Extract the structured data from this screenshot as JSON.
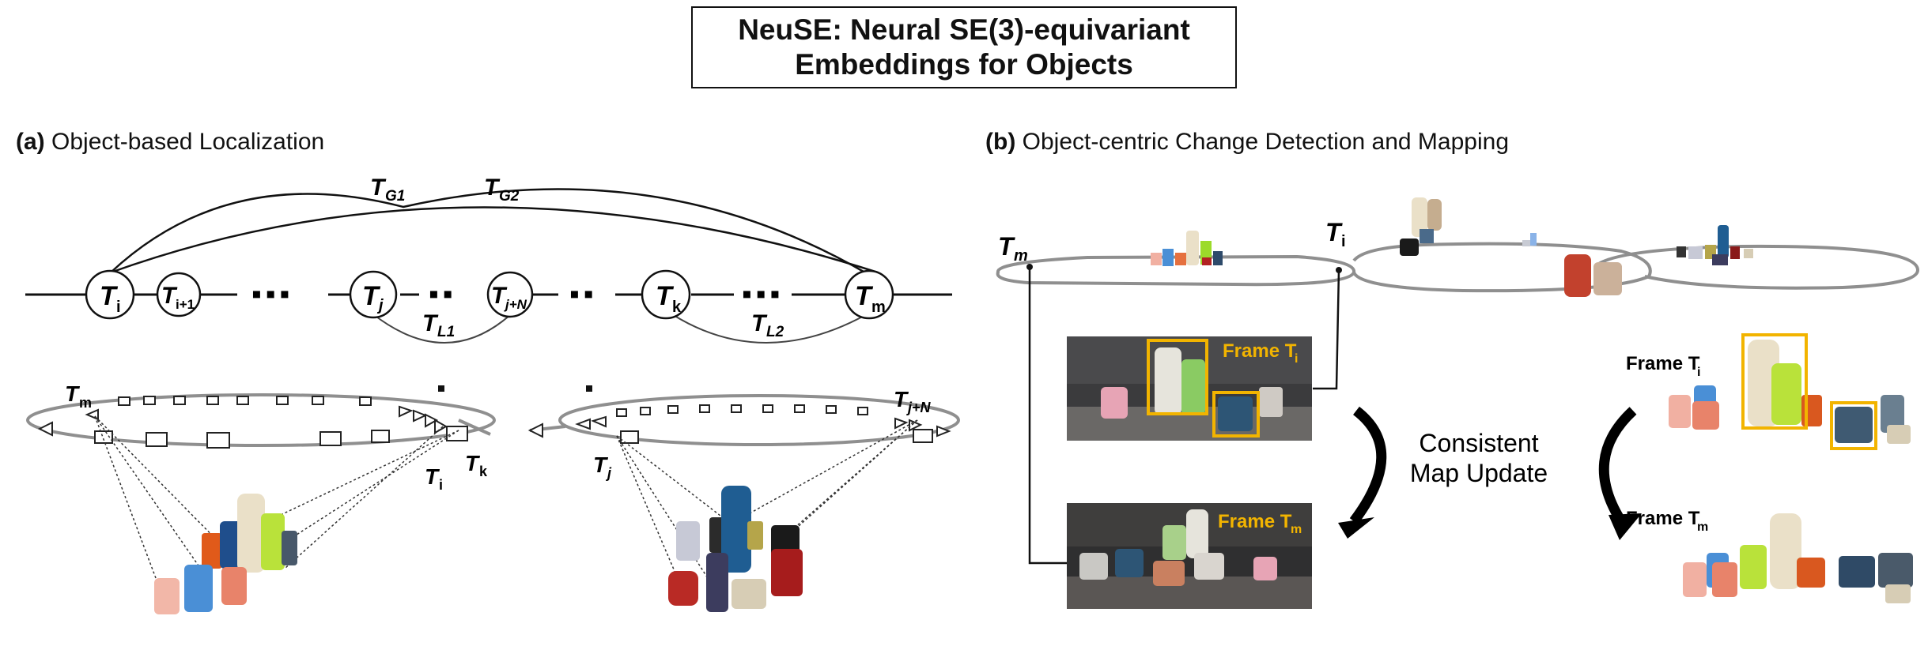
{
  "title": {
    "line1": "NeuSE: Neural SE(3)-equivariant",
    "line2": "Embeddings for Objects"
  },
  "panel_a": {
    "tag": "(a)",
    "caption": "Object-based Localization",
    "nodes": [
      {
        "main": "T",
        "sub": "i"
      },
      {
        "main": "T",
        "sub": "i+1"
      },
      {
        "main": "T",
        "sub": "j"
      },
      {
        "main": "T",
        "sub": "j+N"
      },
      {
        "main": "T",
        "sub": "k"
      },
      {
        "main": "T",
        "sub": "m"
      }
    ],
    "ellipsis": "▪▪▪",
    "edges": {
      "g1": {
        "main": "T",
        "sub": "G1"
      },
      "g2": {
        "main": "T",
        "sub": "G2"
      },
      "l1": {
        "main": "T",
        "sub": "L1"
      },
      "l2": {
        "main": "T",
        "sub": "L2"
      }
    },
    "traj_labels": {
      "m": {
        "main": "T",
        "sub": "m"
      },
      "i": {
        "main": "T",
        "sub": "i"
      },
      "k": {
        "main": "T",
        "sub": "k"
      },
      "j": {
        "main": "T",
        "sub": "j"
      },
      "jN": {
        "main": "T",
        "sub": "j+N"
      }
    }
  },
  "panel_b": {
    "tag": "(b)",
    "caption": "Object-centric Change Detection and Mapping",
    "traj_labels": {
      "m": {
        "main": "T",
        "sub": "m"
      },
      "i": {
        "main": "T",
        "sub": "i"
      }
    },
    "frame_i": {
      "main": "Frame T",
      "sub": "i"
    },
    "frame_m": {
      "main": "Frame T",
      "sub": "m"
    },
    "update_text": {
      "line1": "Consistent",
      "line2": "Map Update"
    }
  },
  "colors": {
    "trajectory": "#8f8f8f",
    "highlight_box": "#f2b400",
    "frame_label": "#f2b400",
    "arrow": "#000000"
  }
}
